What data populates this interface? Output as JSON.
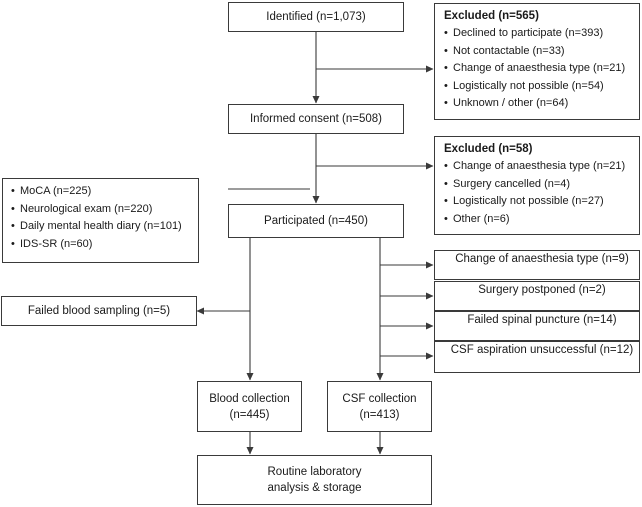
{
  "identified": "Identified (n=1,073)",
  "excluded1": {
    "title": "Excluded (n=565)",
    "items": [
      "Declined to participate (n=393)",
      "Not contactable (n=33)",
      "Change of anaesthesia type (n=21)",
      "Logistically not possible (n=54)",
      "Unknown / other (n=64)"
    ]
  },
  "consent": "Informed consent (n=508)",
  "excluded2": {
    "title": "Excluded (n=58)",
    "items": [
      "Change of anaesthesia type (n=21)",
      "Surgery cancelled (n=4)",
      "Logistically not possible (n=27)",
      "Other (n=6)"
    ]
  },
  "assessments": [
    "MoCA (n=225)",
    "Neurological exam (n=220)",
    "Daily mental health diary (n=101)",
    "IDS-SR (n=60)"
  ],
  "participated": "Participated (n=450)",
  "failed_blood": "Failed blood sampling (n=5)",
  "csf_exclusions": [
    "Change of anaesthesia type (n=9)",
    "Surgery postponed (n=2)",
    "Failed spinal puncture (n=14)",
    "CSF aspiration unsuccessful (n=12)"
  ],
  "blood": {
    "line1": "Blood collection",
    "line2": "(n=445)"
  },
  "csf": {
    "line1": "CSF collection",
    "line2": "(n=413)"
  },
  "routine": {
    "line1": "Routine laboratory",
    "line2": "analysis & storage"
  },
  "colors": {
    "stroke": "#3a3a3a",
    "text": "#1a1a1a",
    "background": "#ffffff"
  }
}
